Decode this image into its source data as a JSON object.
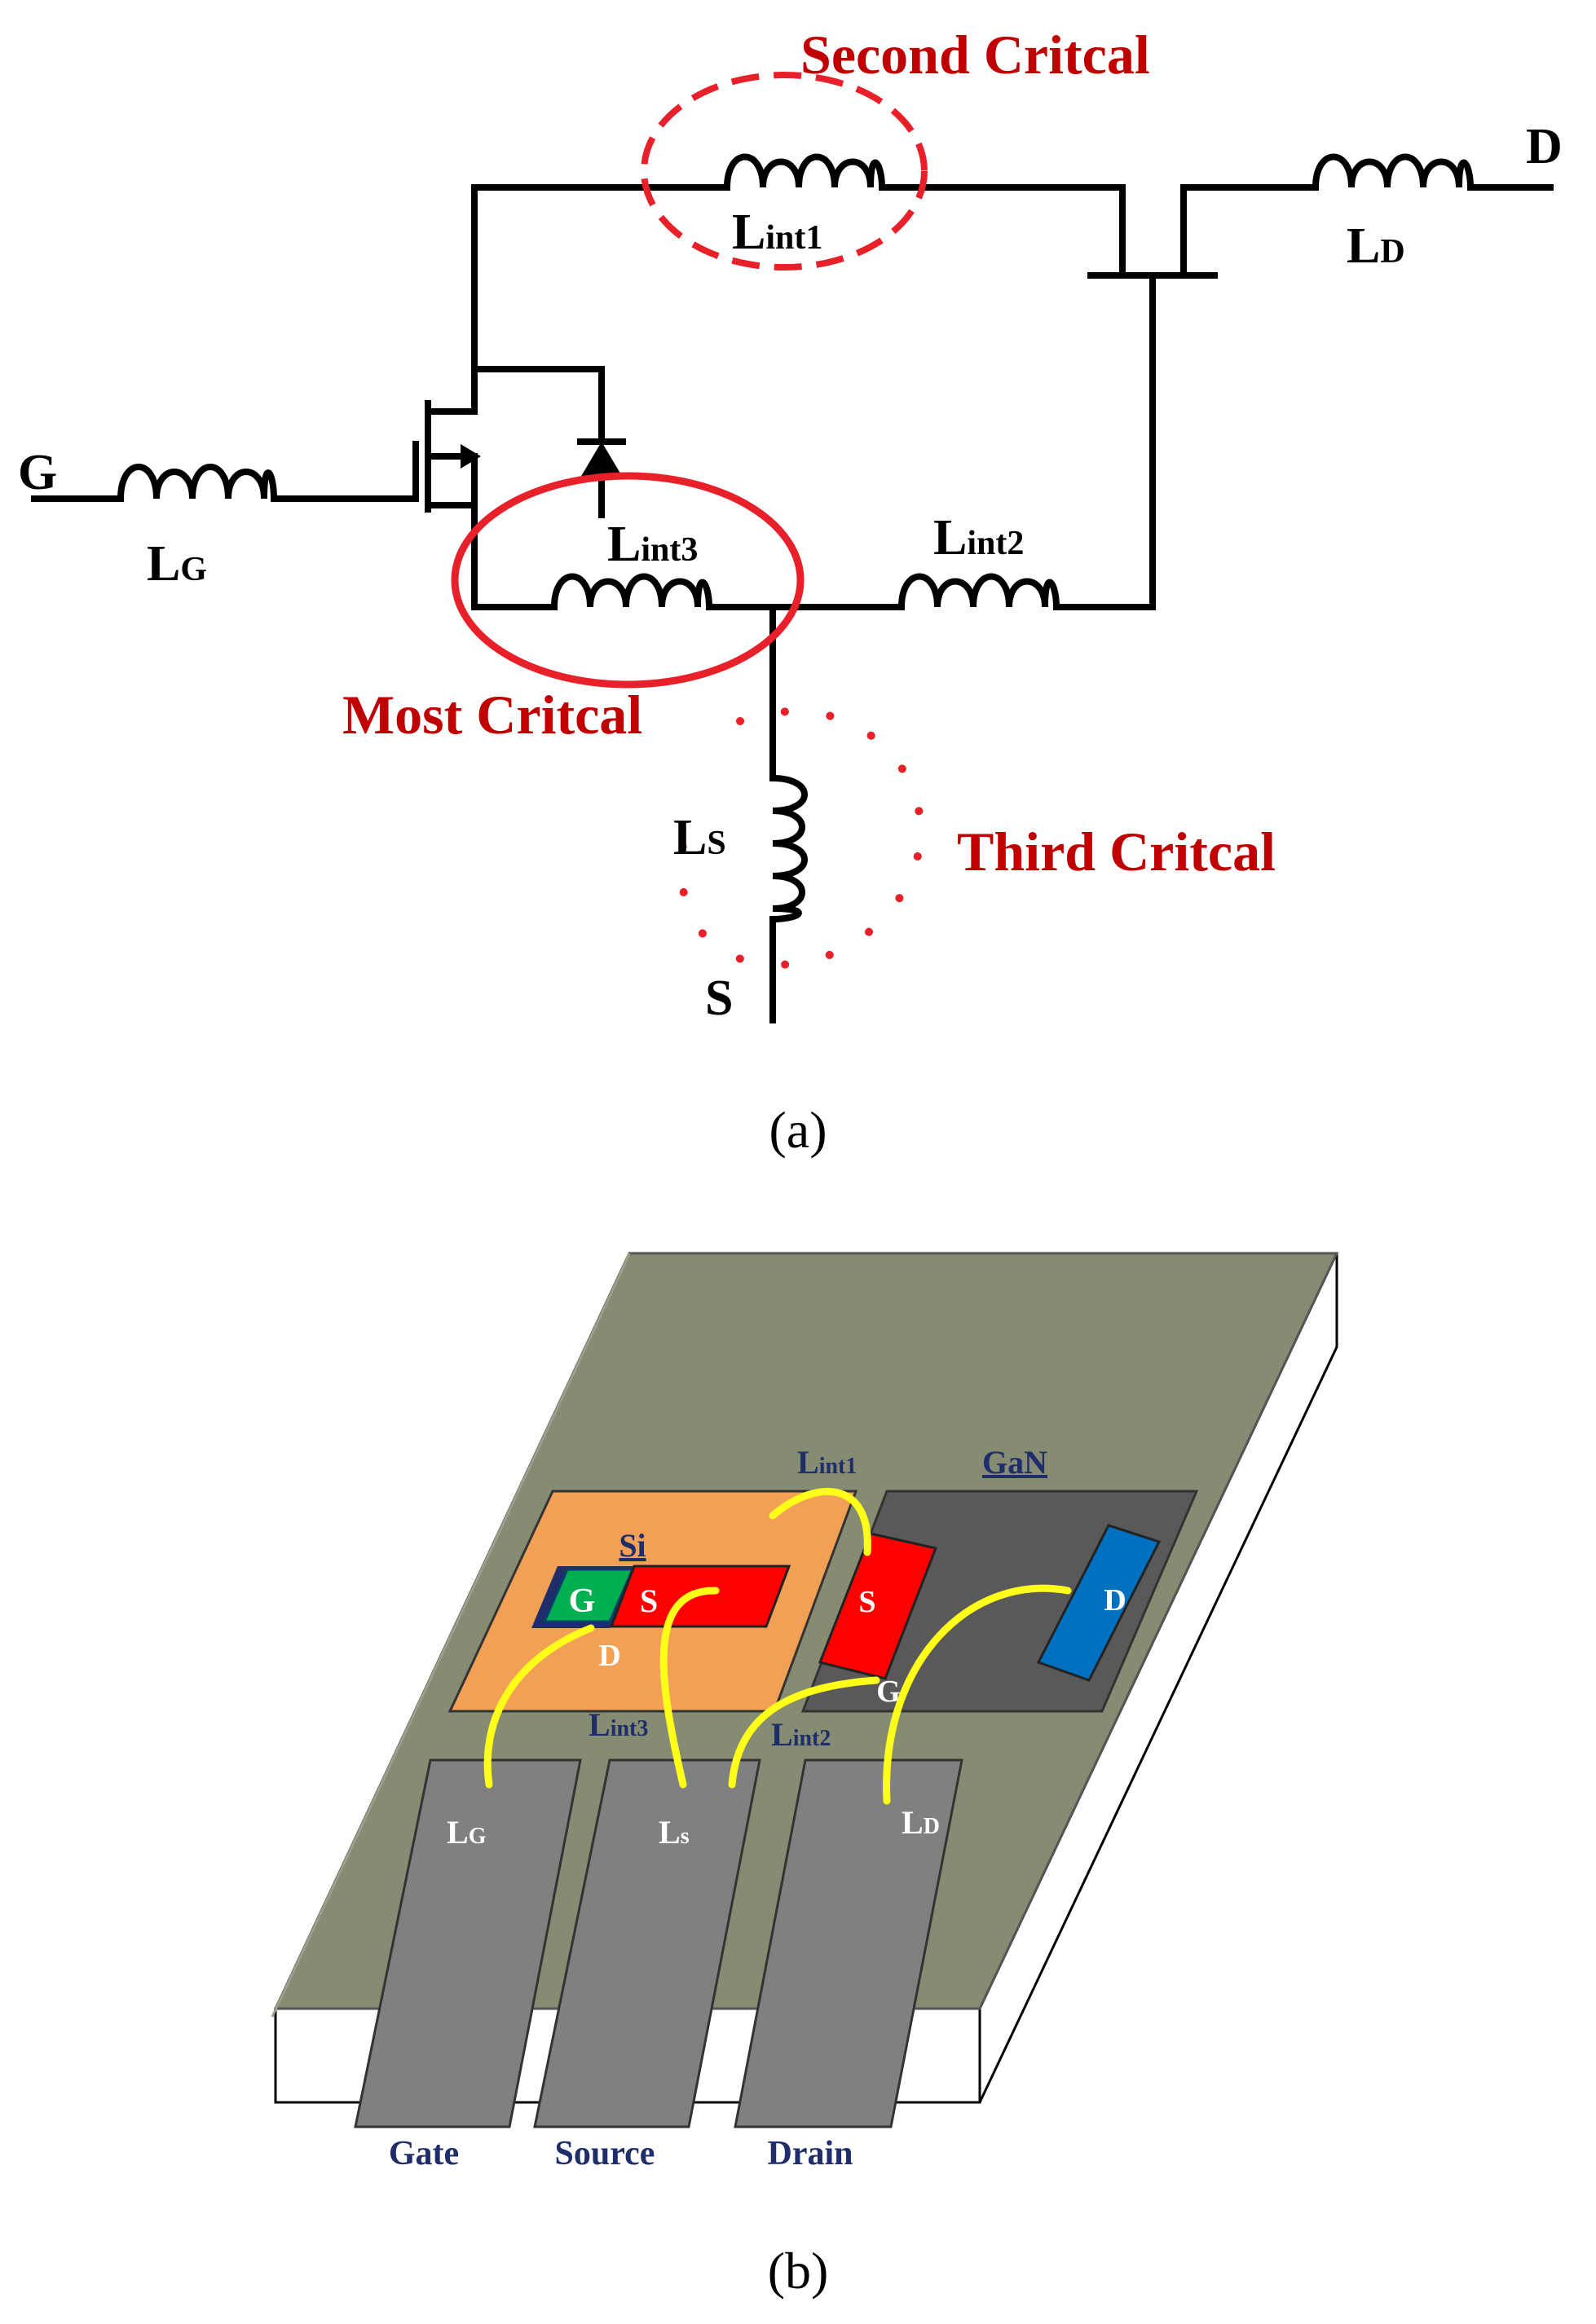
{
  "panel_a": {
    "caption": "(a)",
    "terminals": {
      "gate": "G",
      "drain": "D",
      "source": "S"
    },
    "inductors": {
      "lg": {
        "main": "L",
        "sub": "G"
      },
      "ld": {
        "main": "L",
        "sub": "D"
      },
      "ls": {
        "main": "L",
        "sub": "S"
      },
      "lint1": {
        "main": "L",
        "sub": "int1"
      },
      "lint2": {
        "main": "L",
        "sub": "int2"
      },
      "lint3": {
        "main": "L",
        "sub": "int3"
      }
    },
    "annotations": {
      "second": "Second Critcal",
      "most": "Most Critcal",
      "third": "Third Critcal"
    },
    "colors": {
      "annotation": "#c00000",
      "highlight": "#e8202a"
    }
  },
  "panel_b": {
    "caption": "(b)",
    "die_labels": {
      "si": "Si",
      "gan": "GaN"
    },
    "si_pads": {
      "gate": "G",
      "source": "S",
      "drain": "D"
    },
    "gan_pads": {
      "source": "S",
      "drain": "D",
      "gate": "G"
    },
    "bond_labels": {
      "lint1": {
        "main": "L",
        "sub": "int1"
      },
      "lint2": {
        "main": "L",
        "sub": "int2"
      },
      "lint3": {
        "main": "L",
        "sub": "int3"
      },
      "lg": {
        "main": "L",
        "sub": "G"
      },
      "ls": {
        "main": "L",
        "sub": "s"
      },
      "ld": {
        "main": "L",
        "sub": "D"
      }
    },
    "leads": {
      "gate": "Gate",
      "source": "Source",
      "drain": "Drain"
    },
    "colors": {
      "substrate": "#858c72",
      "si_die": "#f2a055",
      "gan_die": "#595959",
      "lead": "#808080",
      "source_pad": "#ff0000",
      "gate_pad": "#00b050",
      "drain_pad": "#0070c0",
      "bond_wire": "#ffff1a",
      "label_text": "#1f2d6b"
    }
  }
}
